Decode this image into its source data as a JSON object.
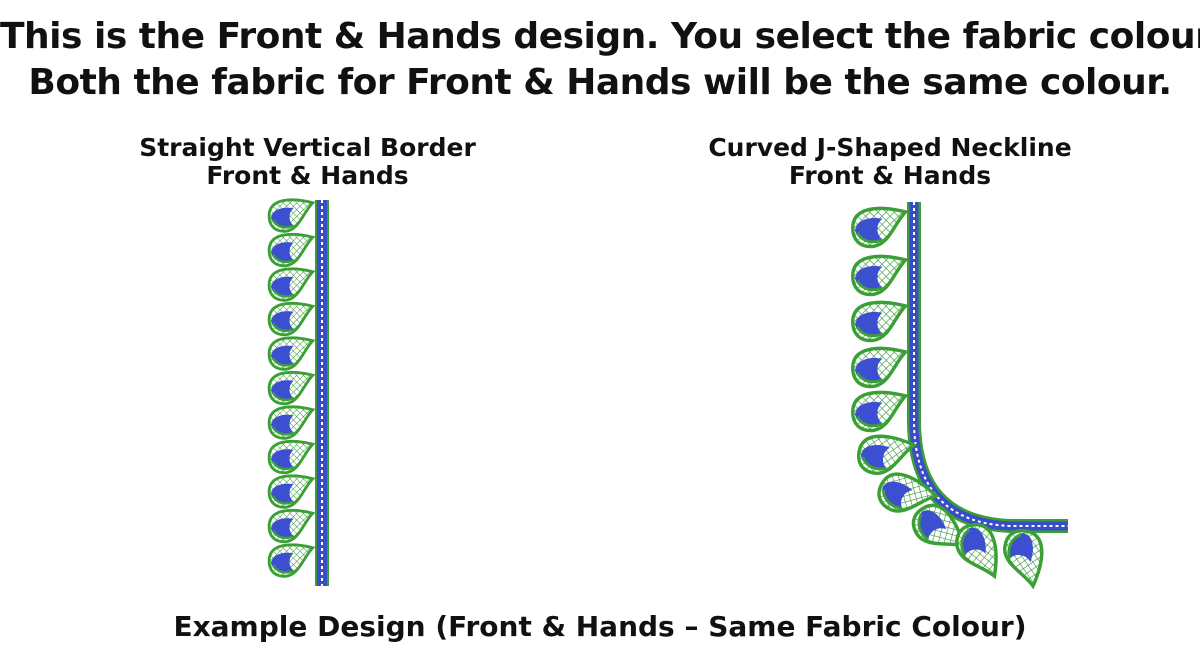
{
  "headline": {
    "line1": "This is the Front & Hands design. You select the fabric colour.",
    "line2": "Both the fabric for Front & Hands will be the same colour."
  },
  "designs": [
    {
      "title": "Straight Vertical Border",
      "subtitle": "Front & Hands",
      "shape": "straight"
    },
    {
      "title": "Curved J-Shaped Neckline",
      "subtitle": "Front & Hands",
      "shape": "curved"
    }
  ],
  "footer": "Example Design (Front & Hands – Same Fabric Colour)",
  "colors": {
    "background": "#ffffff",
    "text": "#111111",
    "motif_green": "#3aa035",
    "motif_blue": "#3c4fd0",
    "mesh": "#2e8f2e",
    "border_blue": "#3a4cc8"
  },
  "icons": [
    "paisley-leaf-motif",
    "beaded-border-strip"
  ]
}
